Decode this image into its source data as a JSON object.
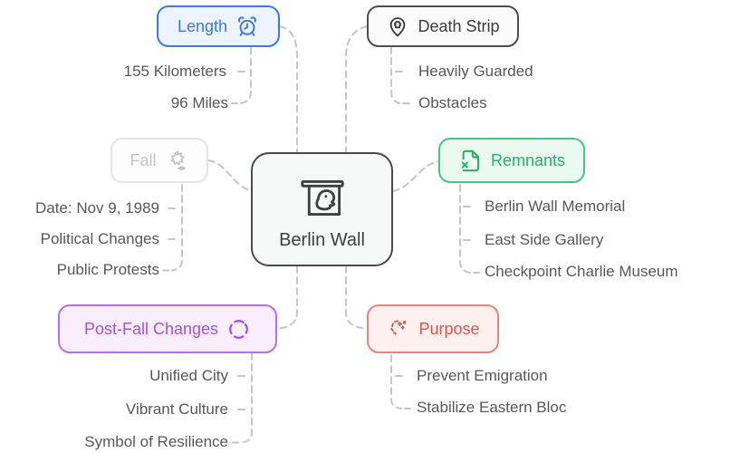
{
  "canvas": {
    "background": "#ffffff",
    "connector_color": "#c7c7c7"
  },
  "center": {
    "label": "Berlin Wall",
    "icon": "screen-with-face-icon",
    "background": "#f7f8f8",
    "border": "#4a4a4a",
    "text_color": "#3f3f3f"
  },
  "child_text_color": "#585858",
  "branches": [
    {
      "id": "length",
      "label": "Length",
      "icon": "alarm-clock-icon",
      "accent": "#3b77f0",
      "background": "#edf4fe",
      "border": "#3b77f0",
      "children": [
        "155 Kilometers",
        "96 Miles"
      ]
    },
    {
      "id": "death-strip",
      "label": "Death Strip",
      "icon": "skull-pin-icon",
      "accent": "#3b3b3b",
      "background": "#fbfbfb",
      "border": "#4f4f4f",
      "children": [
        "Heavily Guarded",
        "Obstacles"
      ]
    },
    {
      "id": "fall",
      "label": "Fall",
      "icon": "maple-leaf-icon",
      "accent": "#c4c4c4",
      "background": "#fdfdfd",
      "border": "#e4e4e4",
      "children": [
        "Date: Nov 9, 1989",
        "Political Changes",
        "Public Protests"
      ]
    },
    {
      "id": "remnants",
      "label": "Remnants",
      "icon": "file-x-icon",
      "accent": "#27b06c",
      "background": "#eafaf1",
      "border": "#44c783",
      "children": [
        "Berlin Wall Memorial",
        "East Side Gallery",
        "Checkpoint Charlie Museum"
      ]
    },
    {
      "id": "post-fall-changes",
      "label": "Post-Fall Changes",
      "icon": "dashed-circle-icon",
      "accent": "#a74fe3",
      "background": "#f9eefe",
      "border": "#bb6cf0",
      "children": [
        "Unified City",
        "Vibrant Culture",
        "Symbol of Resilience"
      ]
    },
    {
      "id": "purpose",
      "label": "Purpose",
      "icon": "head-sparkles-icon",
      "accent": "#e2544a",
      "background": "#fdf1f0",
      "border": "#ee837b",
      "children": [
        "Prevent Emigration",
        "Stabilize Eastern Bloc"
      ]
    }
  ]
}
